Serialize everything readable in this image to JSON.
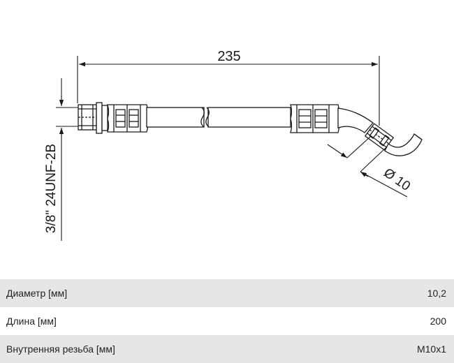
{
  "drawing": {
    "length_dimension": "235",
    "thread_callout": "3/8\" 24UNF-2B",
    "diameter_callout": "Ø 10"
  },
  "specs": [
    {
      "label": "Диаметр [мм]",
      "value": "10,2"
    },
    {
      "label": "Длина [мм]",
      "value": "200"
    },
    {
      "label": "Внутренняя резьба [мм]",
      "value": "M10x1"
    }
  ]
}
